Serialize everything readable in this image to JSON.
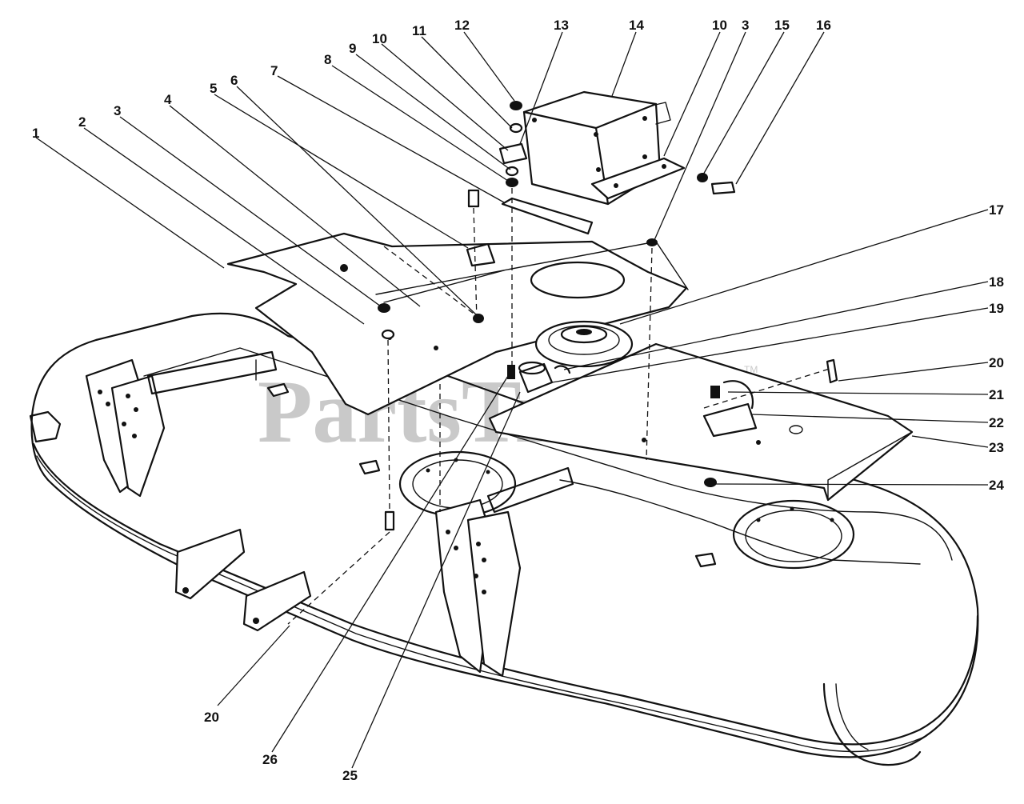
{
  "watermark": {
    "text": "PartsTree",
    "trademark": "TM"
  },
  "callouts": [
    {
      "id": "c1",
      "label": "1"
    },
    {
      "id": "c2",
      "label": "2"
    },
    {
      "id": "c3a",
      "label": "3"
    },
    {
      "id": "c4",
      "label": "4"
    },
    {
      "id": "c5",
      "label": "5"
    },
    {
      "id": "c6",
      "label": "6"
    },
    {
      "id": "c7",
      "label": "7"
    },
    {
      "id": "c8",
      "label": "8"
    },
    {
      "id": "c9",
      "label": "9"
    },
    {
      "id": "c10a",
      "label": "10"
    },
    {
      "id": "c11",
      "label": "11"
    },
    {
      "id": "c12",
      "label": "12"
    },
    {
      "id": "c13",
      "label": "13"
    },
    {
      "id": "c14",
      "label": "14"
    },
    {
      "id": "c10b",
      "label": "10"
    },
    {
      "id": "c3b",
      "label": "3"
    },
    {
      "id": "c15",
      "label": "15"
    },
    {
      "id": "c16",
      "label": "16"
    },
    {
      "id": "c17",
      "label": "17"
    },
    {
      "id": "c18",
      "label": "18"
    },
    {
      "id": "c19",
      "label": "19"
    },
    {
      "id": "c20a",
      "label": "20"
    },
    {
      "id": "c21",
      "label": "21"
    },
    {
      "id": "c22",
      "label": "22"
    },
    {
      "id": "c23",
      "label": "23"
    },
    {
      "id": "c24",
      "label": "24"
    },
    {
      "id": "c20b",
      "label": "20"
    },
    {
      "id": "c26",
      "label": "26"
    },
    {
      "id": "c25",
      "label": "25"
    }
  ]
}
